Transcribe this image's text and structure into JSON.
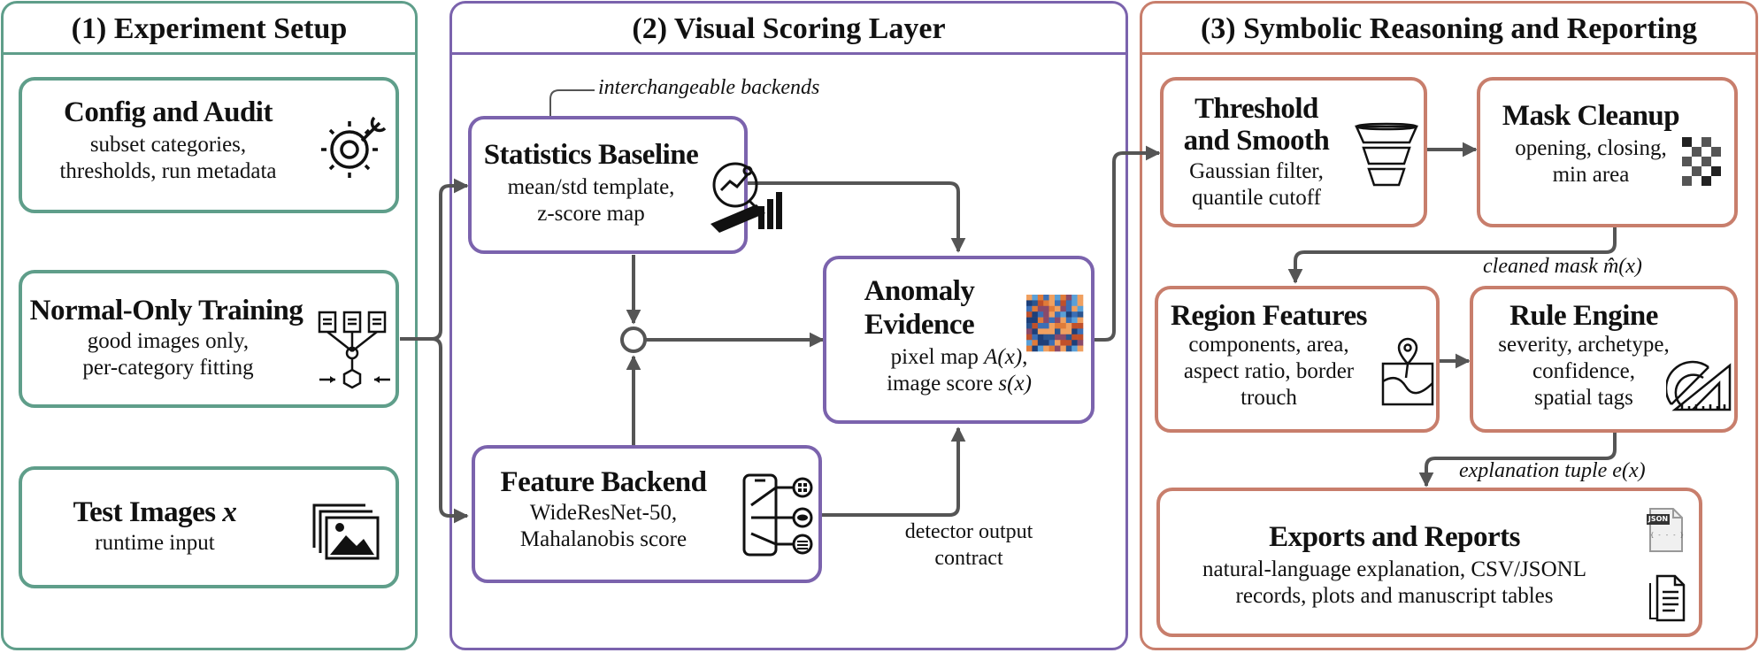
{
  "colors": {
    "setup": "#5f9e8a",
    "scoring": "#7b63ad",
    "reasoning": "#c87e6c",
    "arrow": "#555555"
  },
  "panels": {
    "setup": {
      "title": "(1) Experiment Setup"
    },
    "scoring": {
      "title": "(2) Visual Scoring Layer"
    },
    "reasoning": {
      "title": "(3) Symbolic Reasoning and Reporting"
    }
  },
  "boxes": {
    "config": {
      "title": "Config and Audit",
      "desc1": "subset categories,",
      "desc2": "thresholds, run metadata",
      "icon": "gear-wrench-icon"
    },
    "training": {
      "title": "Normal-Only Training",
      "desc1": "good images only,",
      "desc2": "per-category fitting",
      "icon": "documents-network-icon"
    },
    "test": {
      "title_main": "Test Images ",
      "title_var": "x",
      "desc1": "runtime input",
      "icon": "image-stack-icon"
    },
    "stats": {
      "title": "Statistics Baseline",
      "desc1": "mean/std template,",
      "desc2": "z-score map",
      "icon": "magnifier-chart-icon"
    },
    "feature": {
      "title": "Feature Backend",
      "desc1": "WideResNet-50,",
      "desc2": "Mahalanobis score",
      "icon": "phone-network-icon"
    },
    "anomaly": {
      "title1": "Anomaly",
      "title2": "Evidence",
      "desc1_pre": "pixel map ",
      "desc1_var": "A(x)",
      "desc1_post": ",",
      "desc2_pre": "image score ",
      "desc2_var": "s(x)",
      "icon": "heatmap-icon"
    },
    "threshold": {
      "title1": "Threshold",
      "title2": "and Smooth",
      "desc1": "Gaussian filter,",
      "desc2": "quantile cutoff",
      "icon": "filter-stack-icon"
    },
    "cleanup": {
      "title": "Mask Cleanup",
      "desc1": "opening, closing,",
      "desc2": "min area",
      "icon": "checker-mask-icon"
    },
    "region": {
      "title": "Region Features",
      "desc1": "components, area,",
      "desc2": "aspect ratio, border",
      "desc3": "trouch",
      "icon": "map-pin-icon"
    },
    "rules": {
      "title": "Rule Engine",
      "desc1": "severity, archetype,",
      "desc2": "confidence,",
      "desc3": "spatial tags",
      "icon": "protractor-ruler-icon"
    },
    "exports": {
      "title": "Exports and Reports",
      "desc1": "natural-language explanation, CSV/JSONL",
      "desc2": "records, plots and manuscript tables",
      "icon": "json-file-icon",
      "icon2": "document-icon",
      "json_badge": "JSON",
      "json_body": "{ - - - }"
    }
  },
  "labels": {
    "interchangeable": "interchangeable backends",
    "detector1": "detector output",
    "detector2": "contract",
    "cleaned_pre": "cleaned mask ",
    "cleaned_var": "m̂(x)",
    "explanation_pre": "explanation tuple ",
    "explanation_var": "e(x)"
  }
}
